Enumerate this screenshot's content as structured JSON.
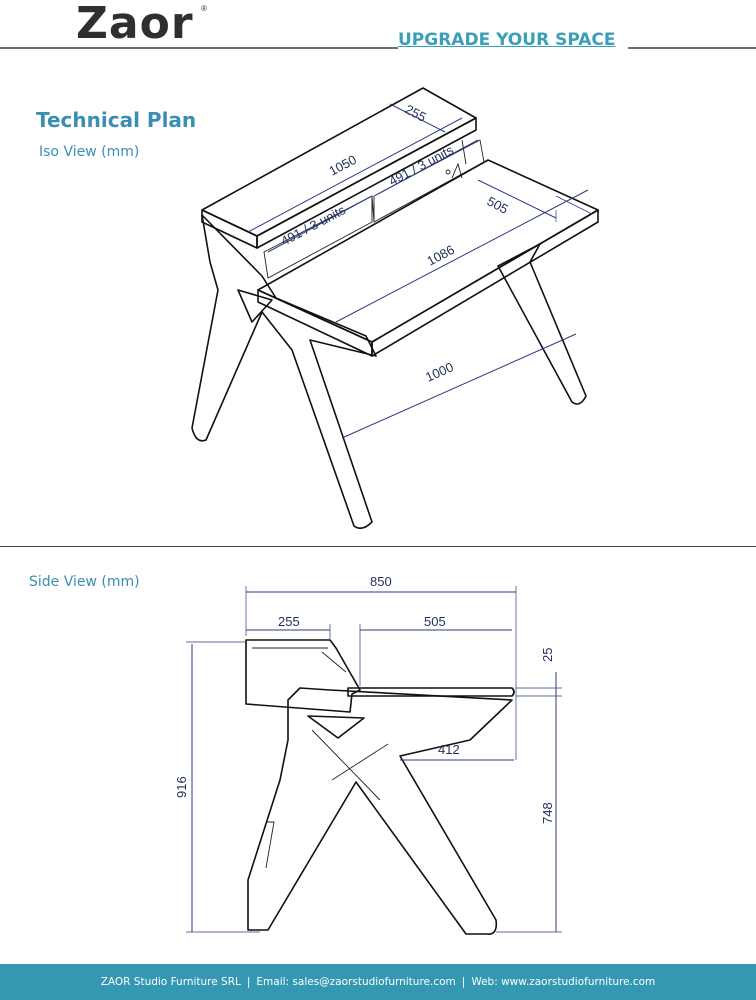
{
  "brand": {
    "logo": "Zaor",
    "trademark": "®",
    "tagline": "UPGRADE YOUR SPACE"
  },
  "heading": {
    "title": "Technical Plan",
    "iso_label": "Iso View (mm)",
    "side_label": "Side View (mm)"
  },
  "iso_dims": {
    "top_width": "1050",
    "top_depth": "255",
    "rack_left": "491 / 3 units",
    "rack_right": "491 / 3 units",
    "desk_depth": "505",
    "desk_width": "1086",
    "leg_span": "1000"
  },
  "side_dims": {
    "overall_depth": "850",
    "top_shelf_depth": "255",
    "desk_depth": "505",
    "desk_thickness": "25",
    "knee_depth": "412",
    "overall_height": "916",
    "desk_height": "748"
  },
  "footer": {
    "company": "ZAOR Studio Furniture SRL",
    "email": "Email: sales@zaorstudiofurniture.com",
    "web": "Web: www.zaorstudiofurniture.com",
    "separator": "|"
  },
  "colors": {
    "accent": "#3a8fb1",
    "footer_bg": "#3498b3",
    "dimension": "#2b3c85",
    "header_line": "#6c6f72"
  }
}
